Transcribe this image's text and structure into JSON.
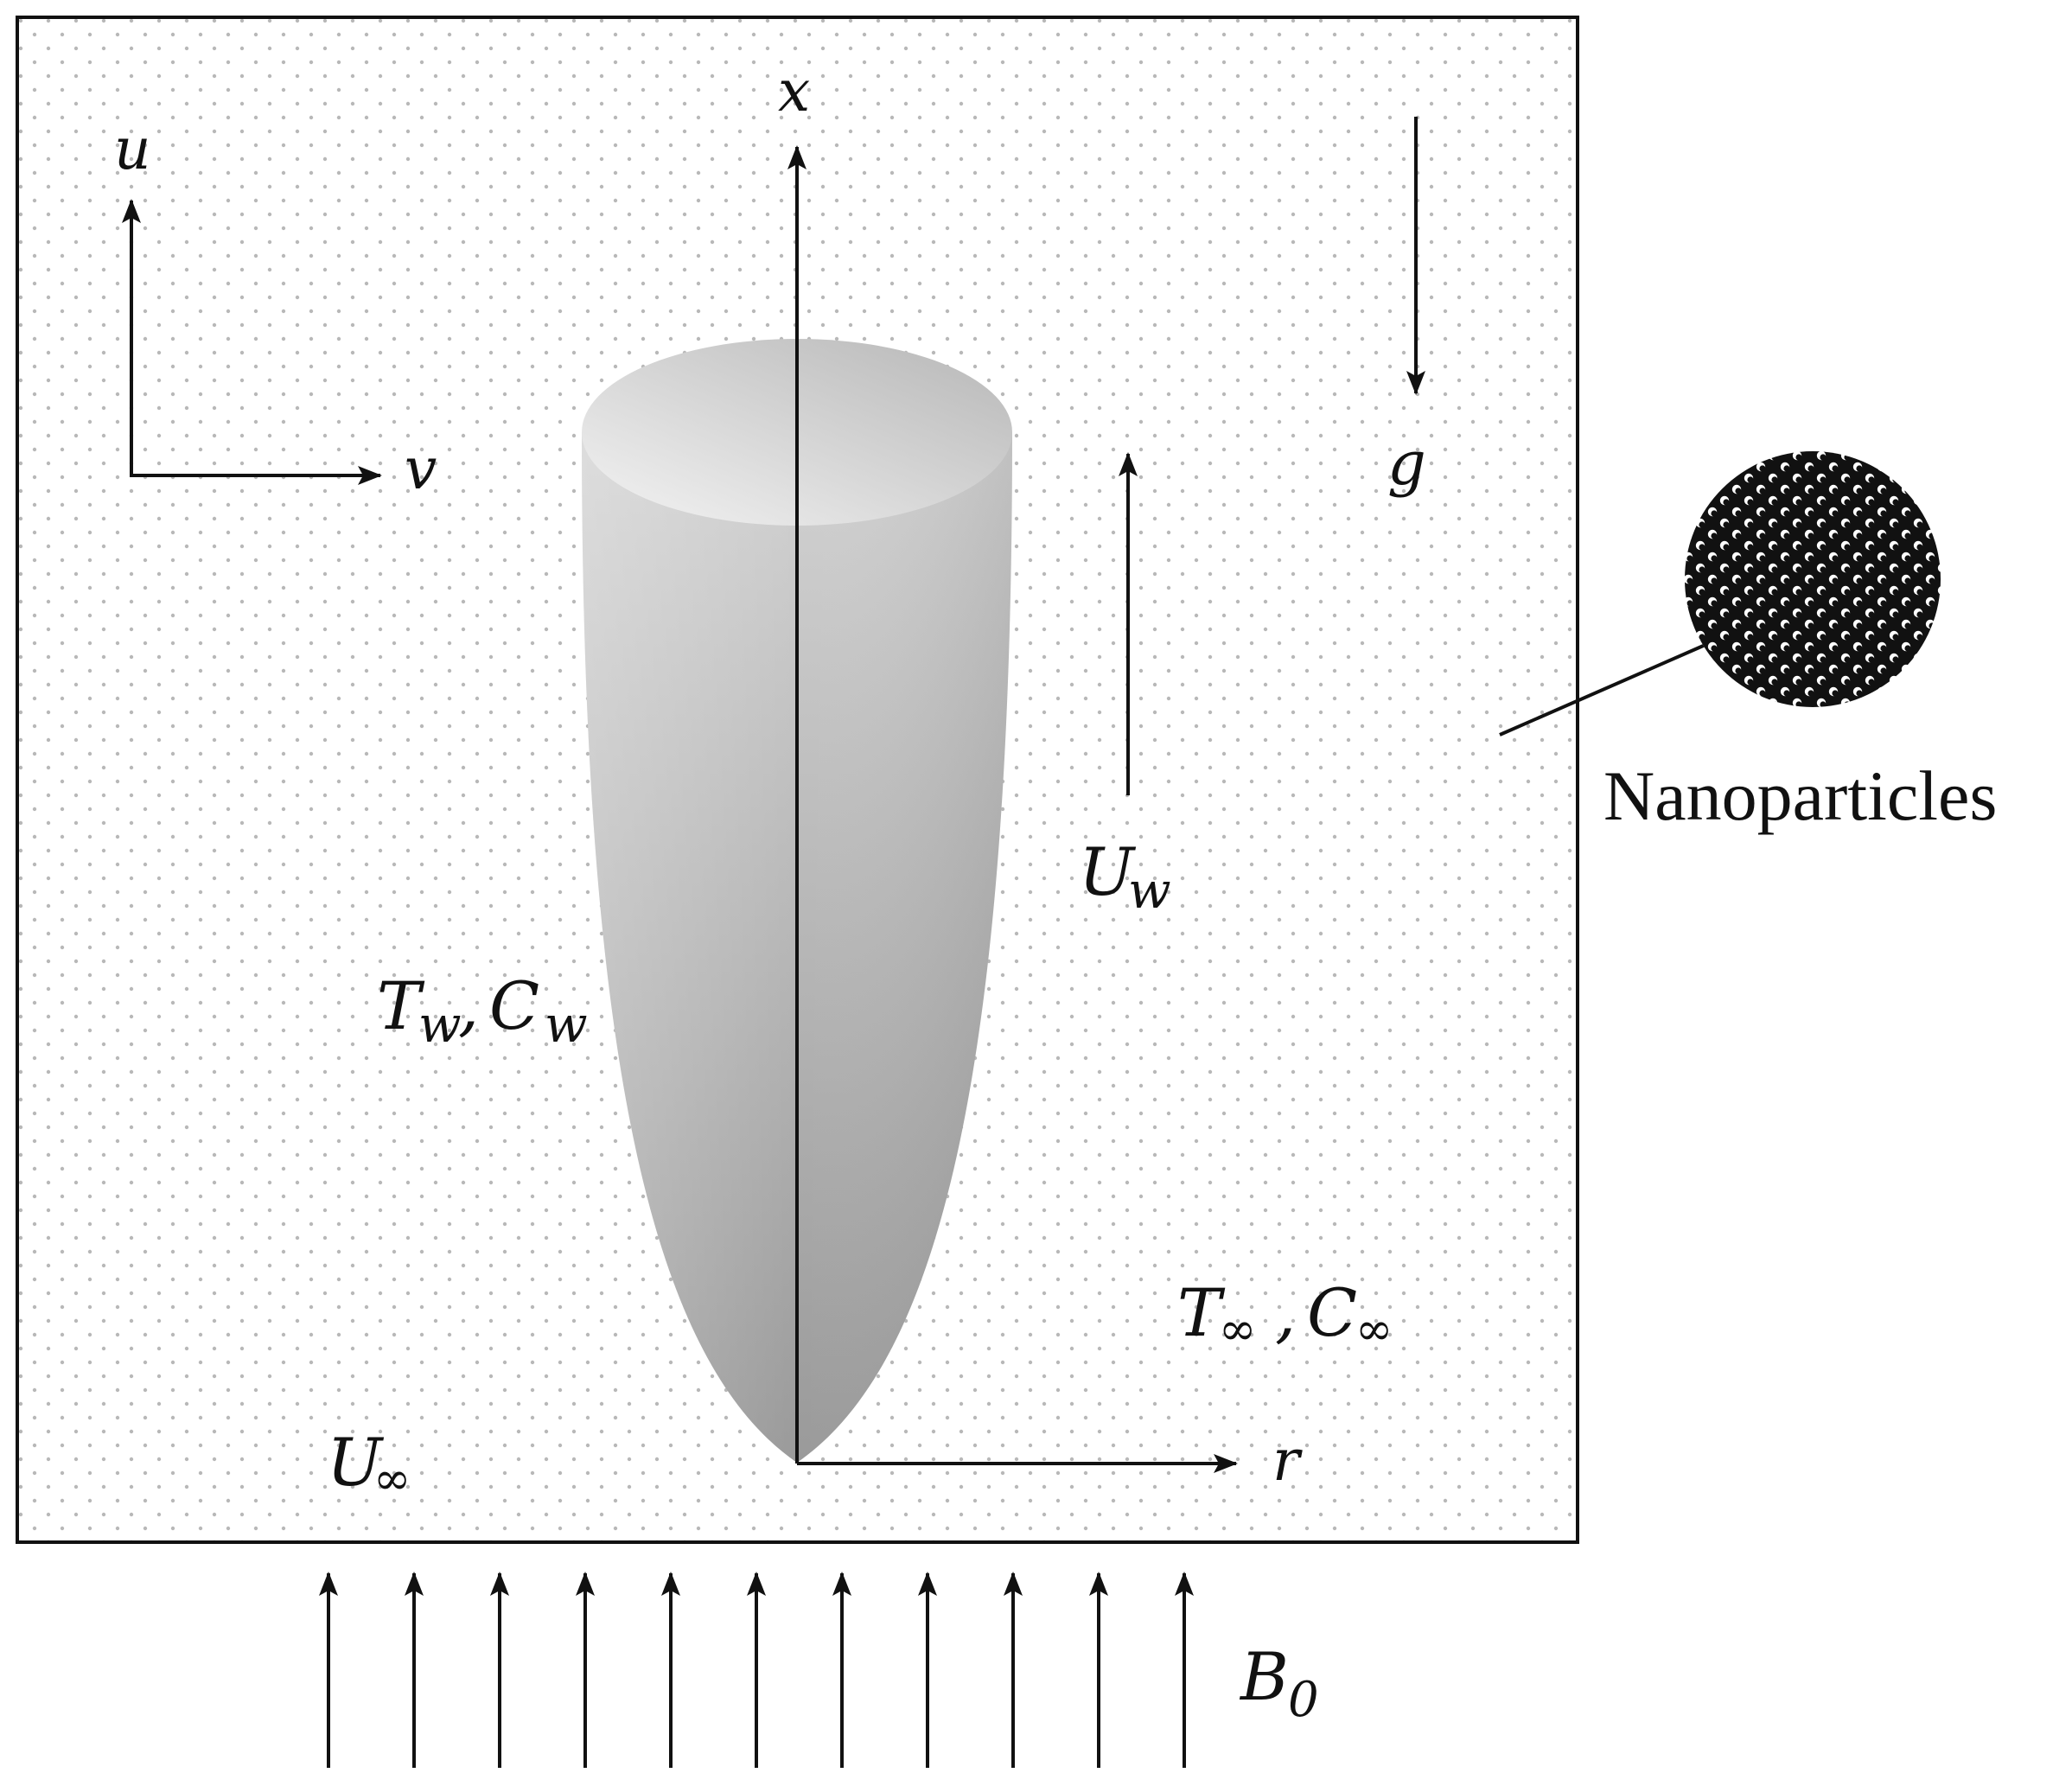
{
  "labels": {
    "x_axis": "x",
    "r_axis": "r",
    "u_velocity": "u",
    "v_velocity": "v",
    "gravity": "g",
    "wall_velocity_main": "U",
    "wall_velocity_sub": "w",
    "wall_temp_main": "T",
    "wall_temp_sub": "w",
    "wall_conc_main": "C",
    "wall_conc_sub": "w",
    "ambient_temp_main": "T",
    "ambient_temp_sub": "∞",
    "ambient_conc_main": "C",
    "ambient_conc_sub": "∞",
    "free_stream_main": "U",
    "free_stream_sub": "∞",
    "magnetic_field_main": "B",
    "magnetic_field_sub": "0",
    "separator": ",",
    "nanoparticles": "Nanoparticles"
  },
  "colors": {
    "line": "#111111",
    "fluid_dots": "#b8b8b8",
    "body_light": "#d2d2d2",
    "body_dark": "#9a9a9a",
    "top_cap": "#e8e8e8"
  },
  "magnetic_field_arrow_count": 11
}
